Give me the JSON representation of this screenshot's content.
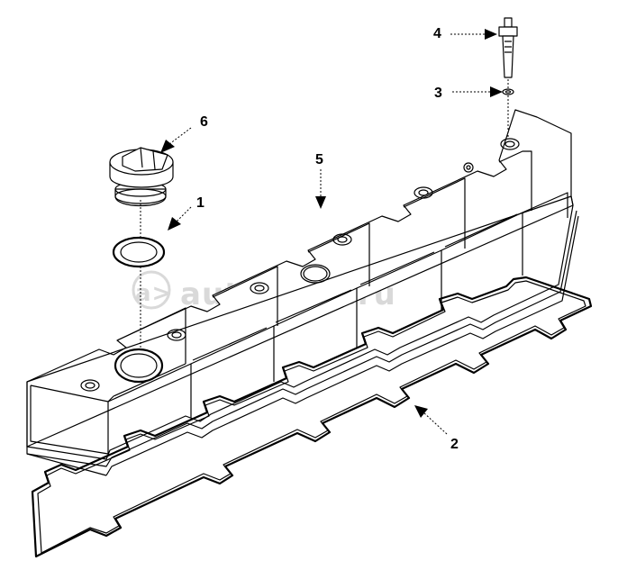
{
  "watermark": {
    "text": "autopiter.ru"
  },
  "callouts": [
    {
      "id": "1",
      "label": "1"
    },
    {
      "id": "2",
      "label": "2"
    },
    {
      "id": "3",
      "label": "3"
    },
    {
      "id": "4",
      "label": "4"
    },
    {
      "id": "5",
      "label": "5"
    },
    {
      "id": "6",
      "label": "6"
    }
  ]
}
